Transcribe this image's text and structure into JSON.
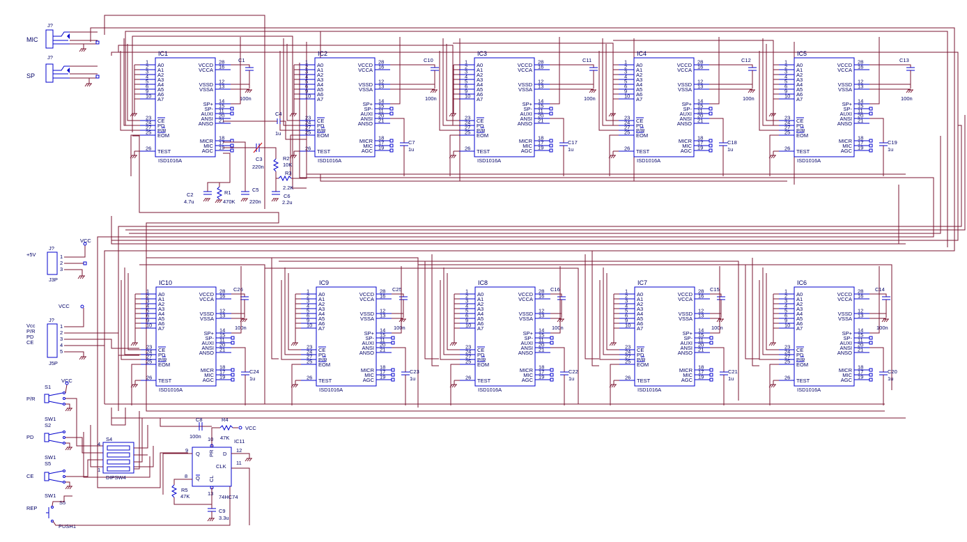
{
  "connectors": {
    "mic": {
      "label": "MIC",
      "ref": "J?"
    },
    "sp": {
      "label": "SP",
      "ref": "J?"
    },
    "plus5v": {
      "label": "+5V",
      "ref": "J?",
      "part": "J3P",
      "vcc": "VCC",
      "pins": [
        "1",
        "2",
        "3"
      ]
    },
    "j5p": {
      "ref": "J?",
      "part": "J5P",
      "vcc": "VCC",
      "labels": [
        "Vcc",
        "P/R",
        "PD",
        "CE"
      ],
      "pins": [
        "1",
        "2",
        "3",
        "4",
        "5"
      ]
    }
  },
  "chips": [
    {
      "ref": "IC1",
      "part": "ISD1016A"
    },
    {
      "ref": "IC2",
      "part": "ISD1016A"
    },
    {
      "ref": "IC3",
      "part": "ISD1016A"
    },
    {
      "ref": "IC4",
      "part": "ISD1016A"
    },
    {
      "ref": "IC5",
      "part": "ISD1016A"
    },
    {
      "ref": "IC10",
      "part": "ISD1016A"
    },
    {
      "ref": "IC9",
      "part": "ISD1016A"
    },
    {
      "ref": "IC8",
      "part": "ISD1016A"
    },
    {
      "ref": "IC7",
      "part": "ISD1016A"
    },
    {
      "ref": "IC6",
      "part": "ISD1016A"
    }
  ],
  "isd_pins": {
    "left_nums": [
      "1",
      "2",
      "3",
      "4",
      "5",
      "6",
      "9",
      "10",
      "23",
      "24",
      "27",
      "25",
      "26"
    ],
    "left_names": [
      "A0",
      "A1",
      "A2",
      "A3",
      "A4",
      "A5",
      "A6",
      "A7",
      "CE",
      "PD",
      "P/R",
      "EOM",
      "TEST"
    ],
    "right_nums": [
      "28",
      "16",
      "12",
      "13",
      "14",
      "15",
      "11",
      "20",
      "21",
      "18",
      "17",
      "19"
    ],
    "right_names": [
      "VCCD",
      "VCCA",
      "VSSD",
      "VSSA",
      "SP+",
      "SP-",
      "AUXI",
      "ANSI",
      "ANSO",
      "MICR",
      "MIC",
      "AGC"
    ]
  },
  "decoupling": [
    {
      "ref": "C1",
      "value": "100n"
    },
    {
      "ref": "C10",
      "value": "100n"
    },
    {
      "ref": "C11",
      "value": "100n"
    },
    {
      "ref": "C12",
      "value": "100n"
    },
    {
      "ref": "C13",
      "value": "100n"
    },
    {
      "ref": "C26",
      "value": "100n"
    },
    {
      "ref": "C25",
      "value": "100n"
    },
    {
      "ref": "C16",
      "value": "100n"
    },
    {
      "ref": "C15",
      "value": "100n"
    },
    {
      "ref": "C14",
      "value": "100n"
    }
  ],
  "ansi_caps": [
    {
      "ref": "C7",
      "value": "1u"
    },
    {
      "ref": "C17",
      "value": "1u"
    },
    {
      "ref": "C18",
      "value": "1u"
    },
    {
      "ref": "C19",
      "value": "1u"
    },
    {
      "ref": "C24",
      "value": "1u"
    },
    {
      "ref": "C23",
      "value": "1u"
    },
    {
      "ref": "C22",
      "value": "1u"
    },
    {
      "ref": "C21",
      "value": "1u"
    },
    {
      "ref": "C20",
      "value": "1u"
    }
  ],
  "ic1_parts": {
    "c4": {
      "ref": "C4",
      "value": "1u"
    },
    "c3": {
      "ref": "C3",
      "value": "220n"
    },
    "r2": {
      "ref": "R2",
      "value": "10K"
    },
    "r3": {
      "ref": "R3",
      "value": "2.2K"
    },
    "c2": {
      "ref": "C2",
      "value": "4.7u"
    },
    "r1": {
      "ref": "R1",
      "value": "470K"
    },
    "c5": {
      "ref": "C5",
      "value": "220n"
    },
    "c6": {
      "ref": "C6",
      "value": "2.2u"
    }
  },
  "switches": {
    "s1": {
      "ref": "S1",
      "part": "SW1",
      "label": "P/R",
      "vcc": "VCC"
    },
    "s2": {
      "ref": "S2",
      "part": "SW1",
      "label": "PD"
    },
    "s5a": {
      "ref": "S5",
      "part": "SW1",
      "label": "CE"
    },
    "s5b": {
      "ref": "S5",
      "part": "PUSH1",
      "label": "REP"
    },
    "s4": {
      "ref": "S4",
      "part": "DIPSW4",
      "pin_top": "4",
      "pin_bottom": "1"
    }
  },
  "ff": {
    "ref": "IC11",
    "part": "74HC74",
    "pins": {
      "q": "Q",
      "qn": "Q",
      "d": "D",
      "clk": "CLK",
      "pr": "PR",
      "cl": "CL"
    },
    "nums": {
      "q": "9",
      "qn": "8",
      "d": "12",
      "clk": "11",
      "pr": "10",
      "cl": "13"
    },
    "c8": {
      "ref": "C8",
      "value": "100n"
    },
    "r4": {
      "ref": "R4",
      "value": "47K",
      "vcc": "VCC"
    },
    "r5": {
      "ref": "R5",
      "value": "47K"
    },
    "c9": {
      "ref": "C9",
      "value": "3.3u"
    }
  },
  "colors": {
    "wire": "#7a1530",
    "component": "#0000cc",
    "text": "#000066"
  }
}
